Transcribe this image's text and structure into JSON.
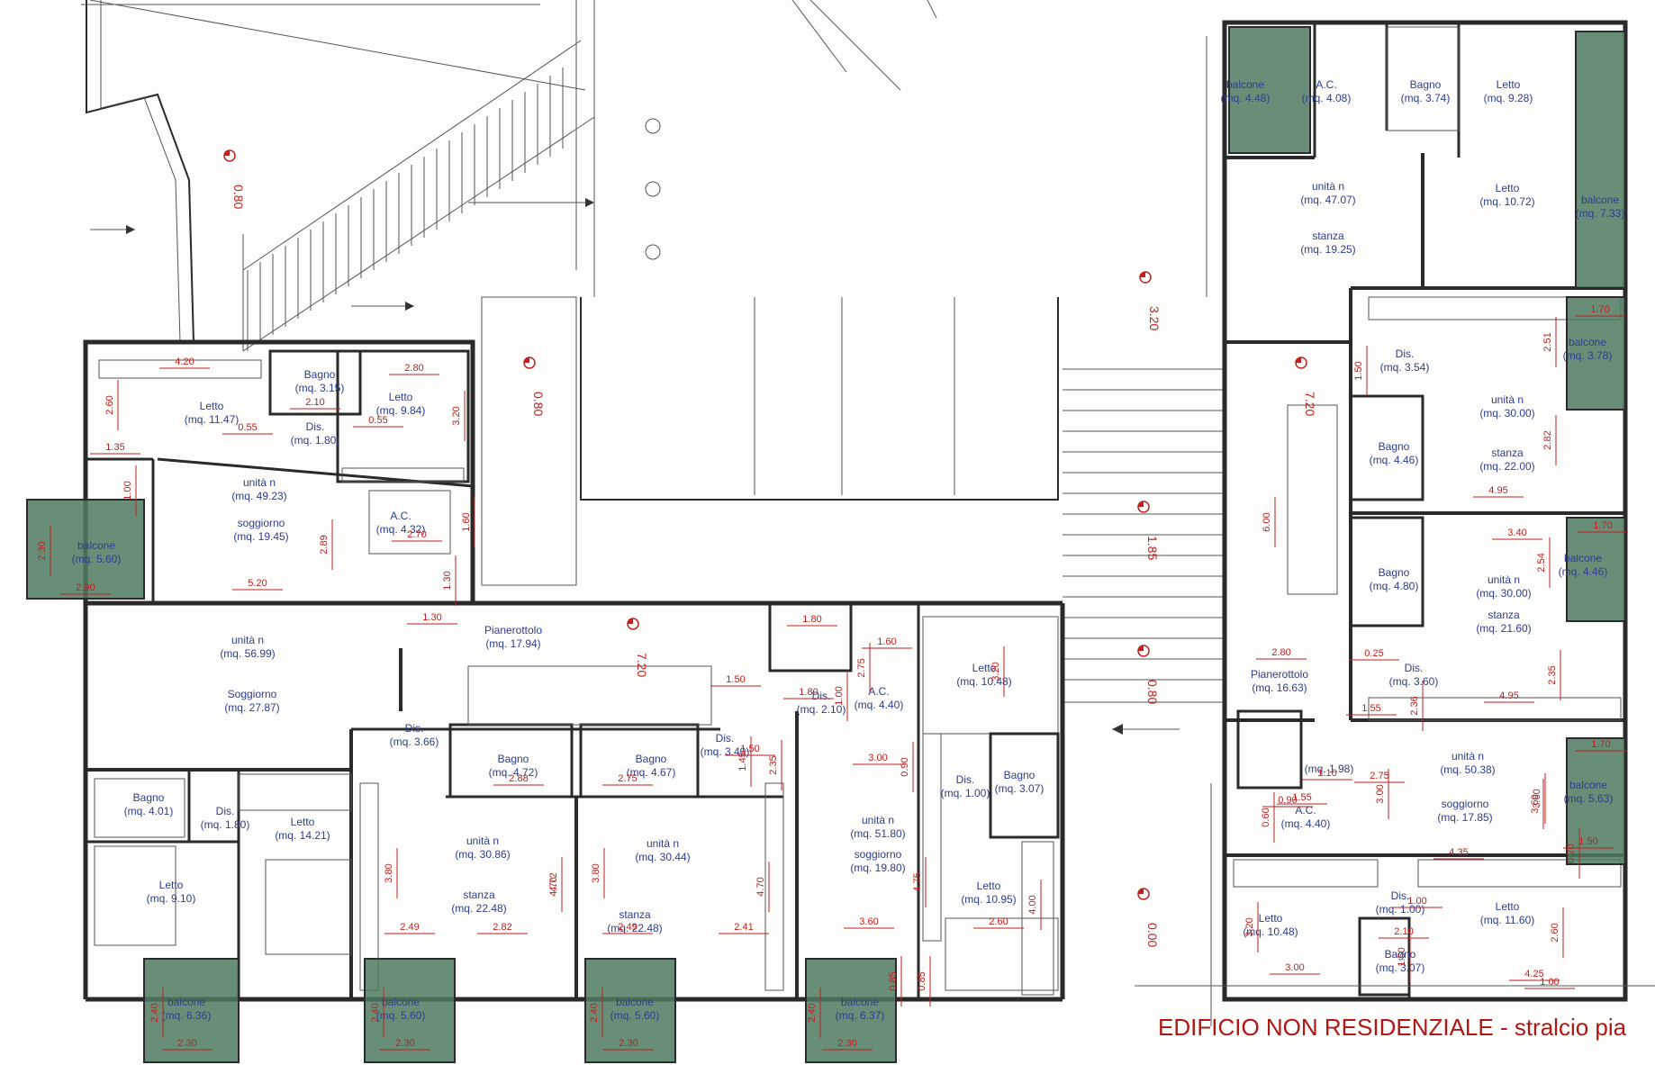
{
  "title": "EDIFICIO NON  RESIDENZIALE - stralcio pia",
  "colors": {
    "walls": "#2a2a2a",
    "room_label": "#2e3e8c",
    "dimension": "#c02020",
    "balcony": "#4d7a60",
    "title": "#b01818"
  },
  "levels": [
    "0.80",
    "0.80",
    "3.20",
    "7.20",
    "7.20",
    "1.85",
    "0.80",
    "0.00",
    "0.00"
  ],
  "rooms": [
    {
      "t": "Letto",
      "a": "(mq. 11.47)"
    },
    {
      "t": "Bagno",
      "a": "(mq. 3.15)"
    },
    {
      "t": "Dis.",
      "a": "(mq. 1.80)"
    },
    {
      "t": "Letto",
      "a": "(mq. 9.84)"
    },
    {
      "t": "unità n",
      "a": "(mq. 49.23)"
    },
    {
      "t": "soggiorno",
      "a": "(mq. 19.45)"
    },
    {
      "t": "A.C.",
      "a": "(mq. 4.32)"
    },
    {
      "t": "balcone",
      "a": "(mq. 5.60)"
    },
    {
      "t": "unità n",
      "a": "(mq. 56.99)"
    },
    {
      "t": "Soggiorno",
      "a": "(mq. 27.87)"
    },
    {
      "t": "Pianerottolo",
      "a": "(mq. 17.94)"
    },
    {
      "t": "Bagno",
      "a": "(mq. 4.01)"
    },
    {
      "t": "Dis.",
      "a": "(mq. 1.80)"
    },
    {
      "t": "Letto",
      "a": "(mq. 14.21)"
    },
    {
      "t": "Letto",
      "a": "(mq. 9.10)"
    },
    {
      "t": "balcone",
      "a": "(mq. 6.36)"
    },
    {
      "t": "Dis.",
      "a": "(mq. 3.66)"
    },
    {
      "t": "Bagno",
      "a": "(mq. 4.72)"
    },
    {
      "t": "unità n",
      "a": "(mq. 30.86)"
    },
    {
      "t": "stanza",
      "a": "(mq. 22.48)"
    },
    {
      "t": "balcone",
      "a": "(mq. 5.60)"
    },
    {
      "t": "Bagno",
      "a": "(mq. 4.67)"
    },
    {
      "t": "Dis.",
      "a": "(mq. 3.40)"
    },
    {
      "t": "unità n",
      "a": "(mq. 30.44)"
    },
    {
      "t": "stanza",
      "a": "(mq. 22.48)"
    },
    {
      "t": "balcone",
      "a": "(mq. 5.60)"
    },
    {
      "t": "Dis.",
      "a": "(mq. 2.10)"
    },
    {
      "t": "A.C.",
      "a": "(mq. 4.40)"
    },
    {
      "t": "Letto",
      "a": "(mq. 10.48)"
    },
    {
      "t": "Dis.",
      "a": "(mq. 1.00)"
    },
    {
      "t": "Bagno",
      "a": "(mq. 3.07)"
    },
    {
      "t": "unità n",
      "a": "(mq. 51.80)"
    },
    {
      "t": "soggiorno",
      "a": "(mq. 19.80)"
    },
    {
      "t": "Letto",
      "a": "(mq. 10.95)"
    },
    {
      "t": "balcone",
      "a": "(mq. 6.37)"
    },
    {
      "t": "balcone",
      "a": "(mq. 4.48)"
    },
    {
      "t": "A.C.",
      "a": "(mq. 4.08)"
    },
    {
      "t": "Bagno",
      "a": "(mq. 3.74)"
    },
    {
      "t": "Letto",
      "a": "(mq. 9.28)"
    },
    {
      "t": "unità n",
      "a": "(mq. 47.07)"
    },
    {
      "t": "stanza",
      "a": "(mq. 19.25)"
    },
    {
      "t": "Letto",
      "a": "(mq. 10.72)"
    },
    {
      "t": "balcone",
      "a": "(mq. 7.33)"
    },
    {
      "t": "Dis.",
      "a": "(mq. 3.54)"
    },
    {
      "t": "balcone",
      "a": "(mq. 3.78)"
    },
    {
      "t": "unità n",
      "a": "(mq. 30.00)"
    },
    {
      "t": "Bagno",
      "a": "(mq. 4.46)"
    },
    {
      "t": "stanza",
      "a": "(mq. 22.00)"
    },
    {
      "t": "Bagno",
      "a": "(mq. 4.80)"
    },
    {
      "t": "unità n",
      "a": "(mq. 30.00)"
    },
    {
      "t": "balcone",
      "a": "(mq. 4.46)"
    },
    {
      "t": "stanza",
      "a": "(mq. 21.60)"
    },
    {
      "t": "Dis.",
      "a": "(mq. 3.60)"
    },
    {
      "t": "Pianerottolo",
      "a": "(mq. 16.63)"
    },
    {
      "t": "",
      "a": "(mq. 1.98)"
    },
    {
      "t": "unità n",
      "a": "(mq. 50.38)"
    },
    {
      "t": "soggiorno",
      "a": "(mq. 17.85)"
    },
    {
      "t": "balcone",
      "a": "(mq. 5.63)"
    },
    {
      "t": "A.C.",
      "a": "(mq. 4.40)"
    },
    {
      "t": "Dis.",
      "a": "(mq. 1.00)"
    },
    {
      "t": "Letto",
      "a": "(mq. 10.48)"
    },
    {
      "t": "Bagno",
      "a": "(mq. 3.07)"
    },
    {
      "t": "Letto",
      "a": "(mq. 11.60)"
    }
  ],
  "dims": [
    "4.20",
    "2.80",
    "2.60",
    "2.10",
    "0.55",
    "0.55",
    "3.20",
    "1.35",
    "1.00",
    "1.60",
    "2.70",
    "2.89",
    "2.30",
    "2.90",
    "5.20",
    "1.30",
    "1.30",
    "1.80",
    "1.60",
    "2.75",
    "3.20",
    "1.50",
    "1.80",
    "0.90",
    "3.00",
    "1.00",
    "1.50",
    "2.35",
    "1.45",
    "4.72",
    "4.75",
    "2.88",
    "2.75",
    "3.80",
    "4.70",
    "3.80",
    "4.70",
    "2.49",
    "2.82",
    "2.49",
    "2.41",
    "3.60",
    "2.60",
    "4.00",
    "0.85",
    "0.85",
    "2.40",
    "2.30",
    "2.40",
    "2.30",
    "2.40",
    "2.30",
    "2.40",
    "2.30",
    "1.70",
    "1.50",
    "2.51",
    "2.82",
    "4.95",
    "3.40",
    "1.70",
    "2.54",
    "2.35",
    "4.95",
    "1.70",
    "6.00",
    "2.80",
    "0.25",
    "1.55",
    "1.10",
    "2.75",
    "0.90",
    "3.00",
    "3.60",
    "4.35",
    "1.50",
    "0.70",
    "2.10",
    "3.20",
    "3.00",
    "1.50",
    "2.60",
    "4.25",
    "1.00",
    "1.00",
    "3.60",
    "2.36",
    "0.60",
    "1.55"
  ]
}
